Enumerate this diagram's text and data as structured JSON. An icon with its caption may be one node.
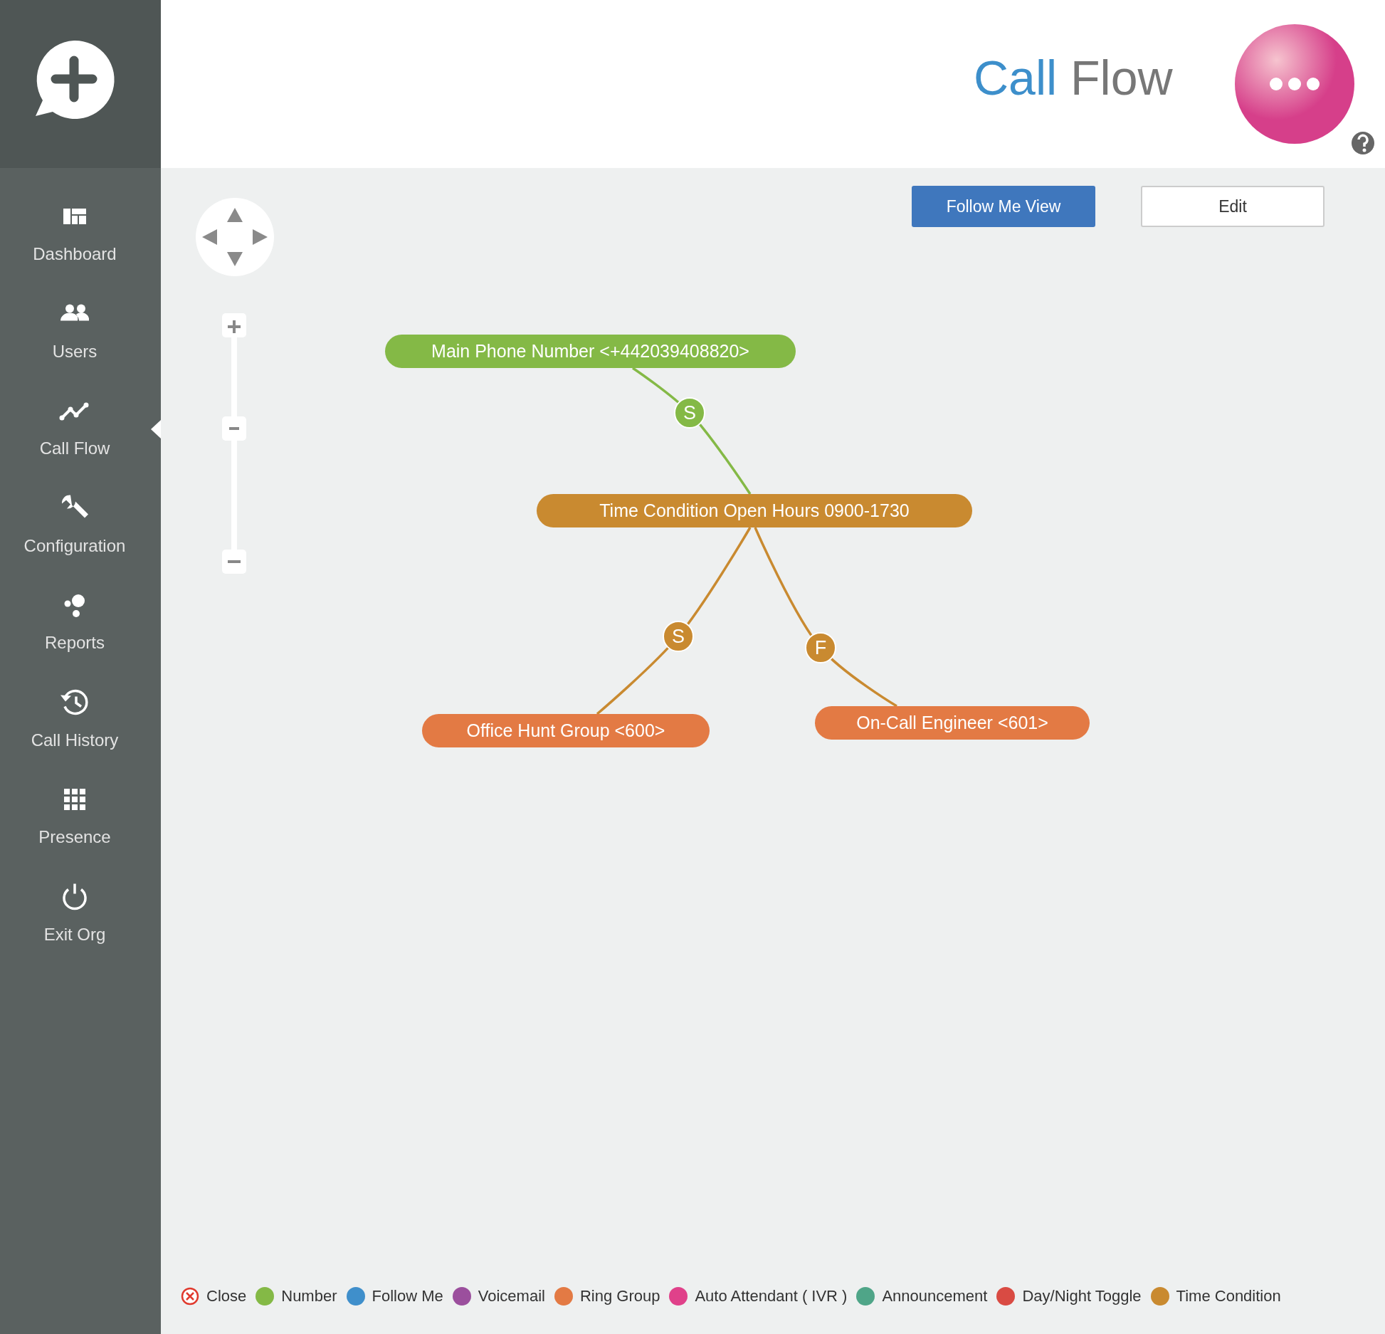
{
  "diagram": {
    "title": "Call Flow",
    "nodes": [
      {
        "text": [
          "Main Phone Number <+442039408820>"
        ]
      },
      {
        "text": [
          "Time Condition Open Hours 0900-1730"
        ]
      },
      {
        "text": [
          "Office Hunt Group <600>"
        ]
      },
      {
        "text": [
          "On-Call Engineer <601>"
        ]
      }
    ],
    "edges": [
      {
        "from": 0,
        "to": 1,
        "arrow": "none",
        "label": "S",
        "color": "#84b946"
      },
      {
        "from": 1,
        "to": 2,
        "arrow": "none",
        "label": "S"
      },
      {
        "from": 1,
        "to": 3,
        "arrow": "none",
        "label": "F"
      }
    ],
    "labels": [
      "Follow Me View",
      "Edit",
      "Dashboard",
      "Users",
      "Call Flow",
      "Configuration",
      "Reports",
      "Call History",
      "Presence",
      "Exit Org"
    ],
    "legend": [
      {
        "text": "Close"
      },
      {
        "text": "Number",
        "color": "#84b946"
      },
      {
        "text": "Follow Me",
        "color": "#3f8fcb"
      },
      {
        "text": "Voicemail",
        "color": "#9b4f9d"
      },
      {
        "text": "Ring Group",
        "color": "#e37a44"
      },
      {
        "text": "Auto Attendant ( IVR )",
        "color": "#e0418a"
      },
      {
        "text": "Announcement",
        "color": "#4fa588"
      },
      {
        "text": "Day/Night Toggle",
        "color": "#d94b43"
      },
      {
        "text": "Time Condition",
        "color": "#c98a30"
      }
    ]
  }
}
